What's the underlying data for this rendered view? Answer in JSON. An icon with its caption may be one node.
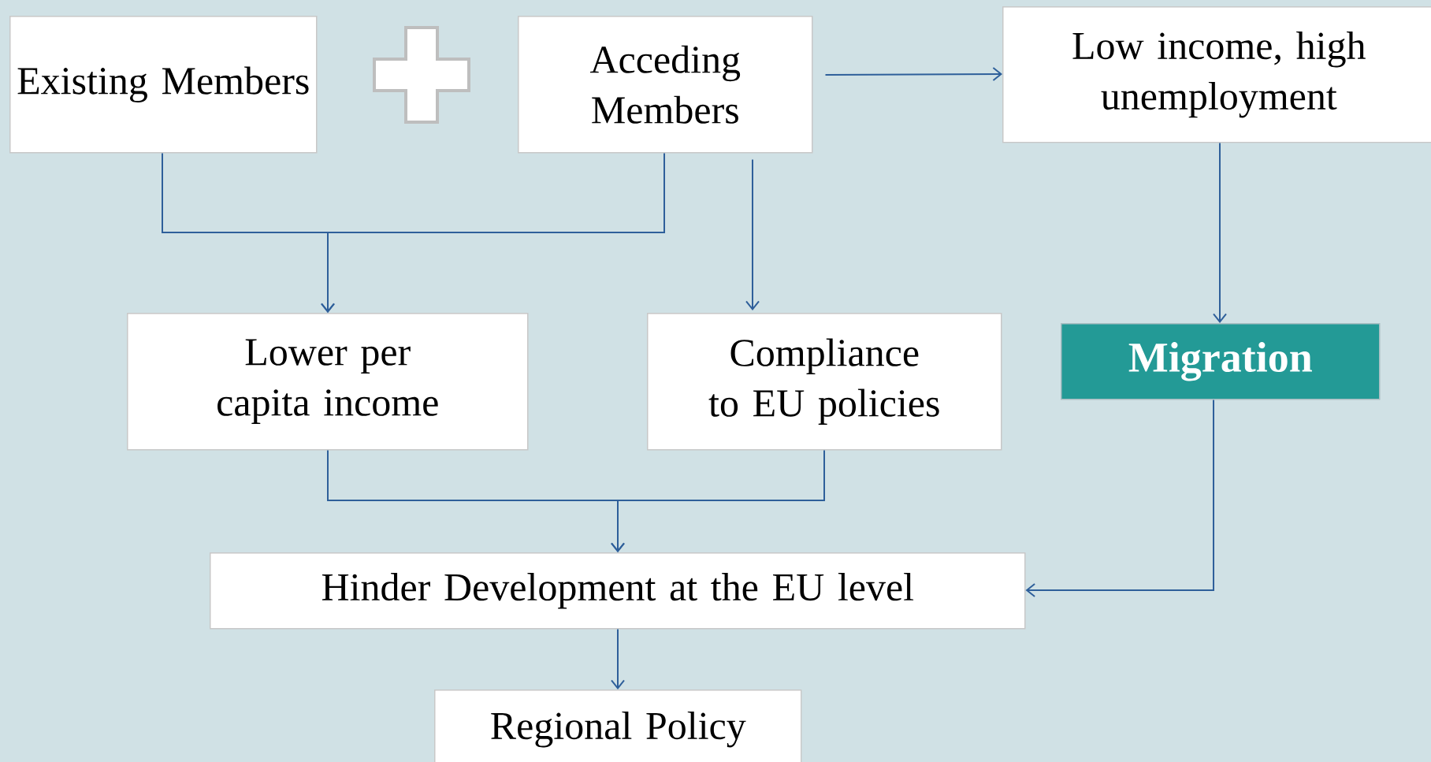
{
  "diagram": {
    "nodes": [
      {
        "text": [
          "Existing Members"
        ]
      },
      {
        "text": [
          "Acceding Members"
        ]
      },
      {
        "text": [
          "Low income, high unemployment"
        ]
      },
      {
        "text": [
          "Lower per capita income"
        ]
      },
      {
        "text": [
          "Compliance to EU policies"
        ]
      },
      {
        "text": [
          "Migration"
        ]
      },
      {
        "text": [
          "Hinder Development at the EU level"
        ]
      },
      {
        "text": [
          "Regional Policy"
        ]
      }
    ],
    "edges": [
      {
        "from": 0,
        "to": 3,
        "arrow": "to"
      },
      {
        "from": 1,
        "to": 3,
        "arrow": "to"
      },
      {
        "from": 1,
        "to": 4,
        "arrow": "to"
      },
      {
        "from": 1,
        "to": 2,
        "arrow": "to"
      },
      {
        "from": 2,
        "to": 5,
        "arrow": "to"
      },
      {
        "from": 3,
        "to": 6,
        "arrow": "to"
      },
      {
        "from": 4,
        "to": 6,
        "arrow": "to"
      },
      {
        "from": 5,
        "to": 6,
        "arrow": "to"
      },
      {
        "from": 6,
        "to": 7,
        "arrow": "to"
      }
    ]
  }
}
